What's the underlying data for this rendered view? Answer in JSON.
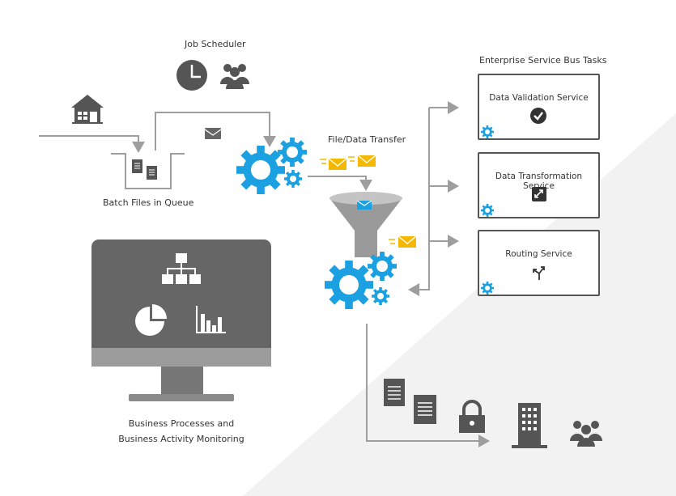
{
  "scheduler": {
    "label": "Job Scheduler"
  },
  "queue": {
    "label": "Batch Files in Queue"
  },
  "transfer": {
    "label": "File/Data Transfer"
  },
  "esb": {
    "title": "Enterprise Service Bus Tasks",
    "services": [
      {
        "label": "Data Validation Service",
        "icon": "check-circle-icon"
      },
      {
        "label": "Data Transformation Service",
        "icon": "transform-icon"
      },
      {
        "label": "Routing Service",
        "icon": "route-arrows-icon"
      }
    ]
  },
  "monitoring": {
    "line1": "Business Processes and",
    "line2": "Business Activity Monitoring"
  },
  "colors": {
    "gear": "#1ba1e2",
    "envelope": "#f5b800",
    "dark": "#555555",
    "line": "#9e9e9e",
    "background_shade": "#f1f1f1"
  }
}
